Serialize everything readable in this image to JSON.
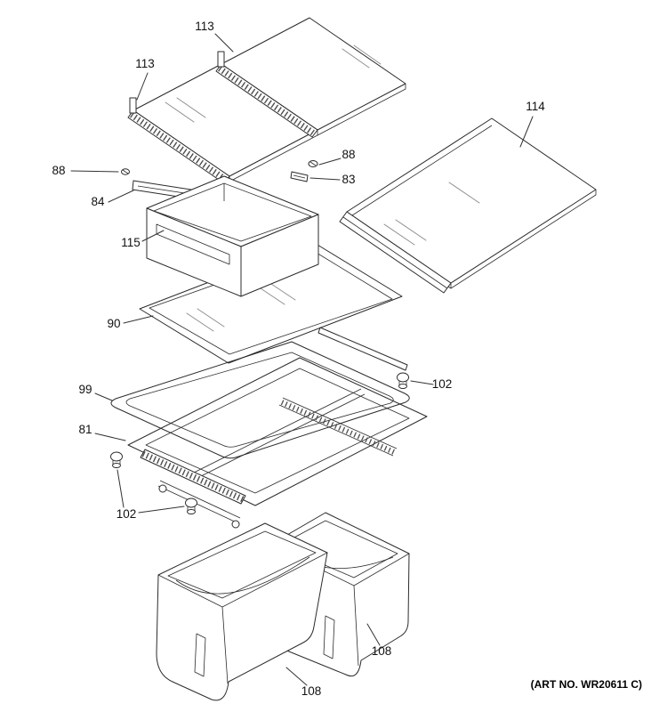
{
  "page": {
    "background": "#ffffff",
    "ink_color": "#2b2b2b"
  },
  "diagram": {
    "type": "exploded-parts-diagram",
    "subject": "refrigerator shelves and drawers assembly",
    "art_note": "(ART NO. WR20611 C)",
    "callouts": {
      "shelf_left": "113",
      "shelf_right": "113",
      "shelf_wide": "114",
      "screw_left": "88",
      "screw_right": "88",
      "slide_rail": "84",
      "bracket": "83",
      "drawer_top": "115",
      "glass_cover": "90",
      "gasket": "99",
      "drawer_frame": "81",
      "clip_right": "102",
      "clip_left": "102",
      "bin_right": "108",
      "bin_left": "108"
    }
  }
}
